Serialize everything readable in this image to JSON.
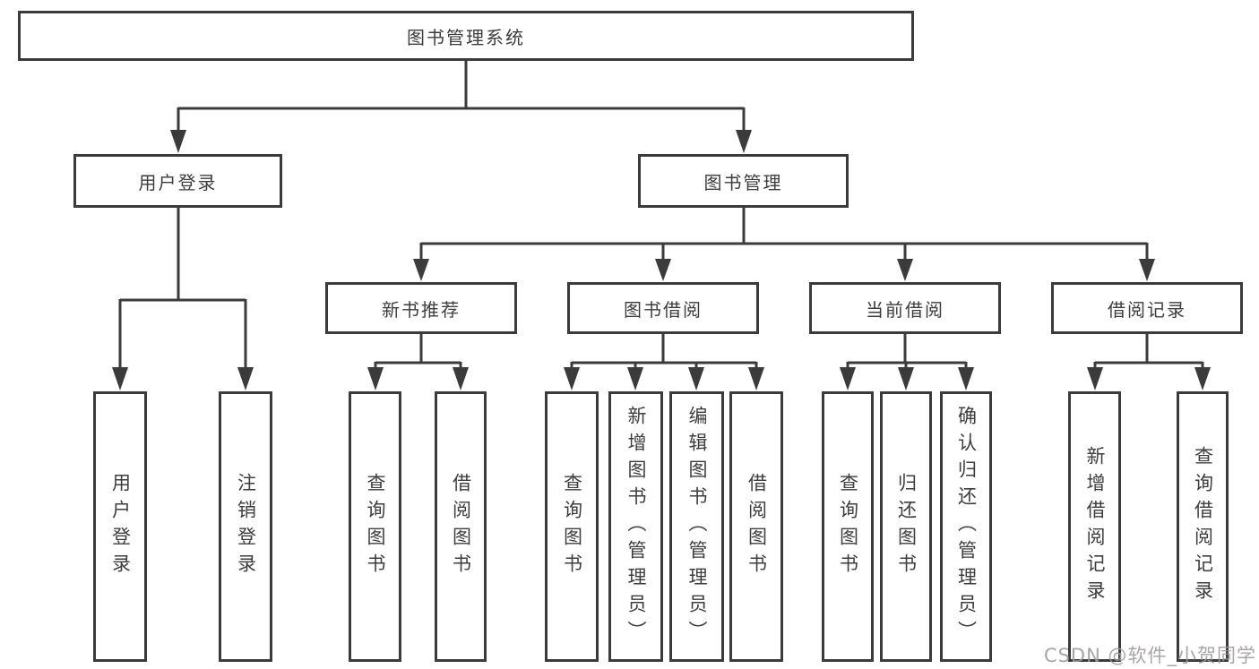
{
  "diagram": {
    "type": "hierarchy-tree",
    "nodes": {
      "root": "图书管理系统",
      "level2": [
        "用户登录",
        "图书管理"
      ],
      "level3": [
        "新书推荐",
        "图书借阅",
        "当前借阅",
        "借阅记录"
      ],
      "leaves": [
        "用户登录",
        "注销登录",
        "查询图书",
        "借阅图书",
        "查询图书",
        "新增图书（管理员）",
        "编辑图书（管理员）",
        "借阅图书",
        "查询图书",
        "归还图书",
        "确认归还（管理员）",
        "新增借阅记录",
        "查询借阅记录"
      ]
    },
    "edges": [
      {
        "from": "图书管理系统",
        "to": "用户登录"
      },
      {
        "from": "图书管理系统",
        "to": "图书管理"
      },
      {
        "from": "用户登录",
        "to": "用户登录"
      },
      {
        "from": "用户登录",
        "to": "注销登录"
      },
      {
        "from": "图书管理",
        "to": "新书推荐"
      },
      {
        "from": "图书管理",
        "to": "图书借阅"
      },
      {
        "from": "图书管理",
        "to": "当前借阅"
      },
      {
        "from": "图书管理",
        "to": "借阅记录"
      },
      {
        "from": "新书推荐",
        "to": "查询图书"
      },
      {
        "from": "新书推荐",
        "to": "借阅图书"
      },
      {
        "from": "图书借阅",
        "to": "查询图书"
      },
      {
        "from": "图书借阅",
        "to": "新增图书（管理员）"
      },
      {
        "from": "图书借阅",
        "to": "编辑图书（管理员）"
      },
      {
        "from": "图书借阅",
        "to": "借阅图书"
      },
      {
        "from": "当前借阅",
        "to": "查询图书"
      },
      {
        "from": "当前借阅",
        "to": "归还图书"
      },
      {
        "from": "当前借阅",
        "to": "确认归还（管理员）"
      },
      {
        "from": "借阅记录",
        "to": "新增借阅记录"
      },
      {
        "from": "借阅记录",
        "to": "查询借阅记录"
      }
    ],
    "colors": {
      "line": "#3b3b3b",
      "box_border": "#3b3b3b",
      "text": "#3d3d3d",
      "background": "#ffffff",
      "watermark": "#9e9898"
    }
  },
  "watermark": "CSDN @软件_小贺同学"
}
